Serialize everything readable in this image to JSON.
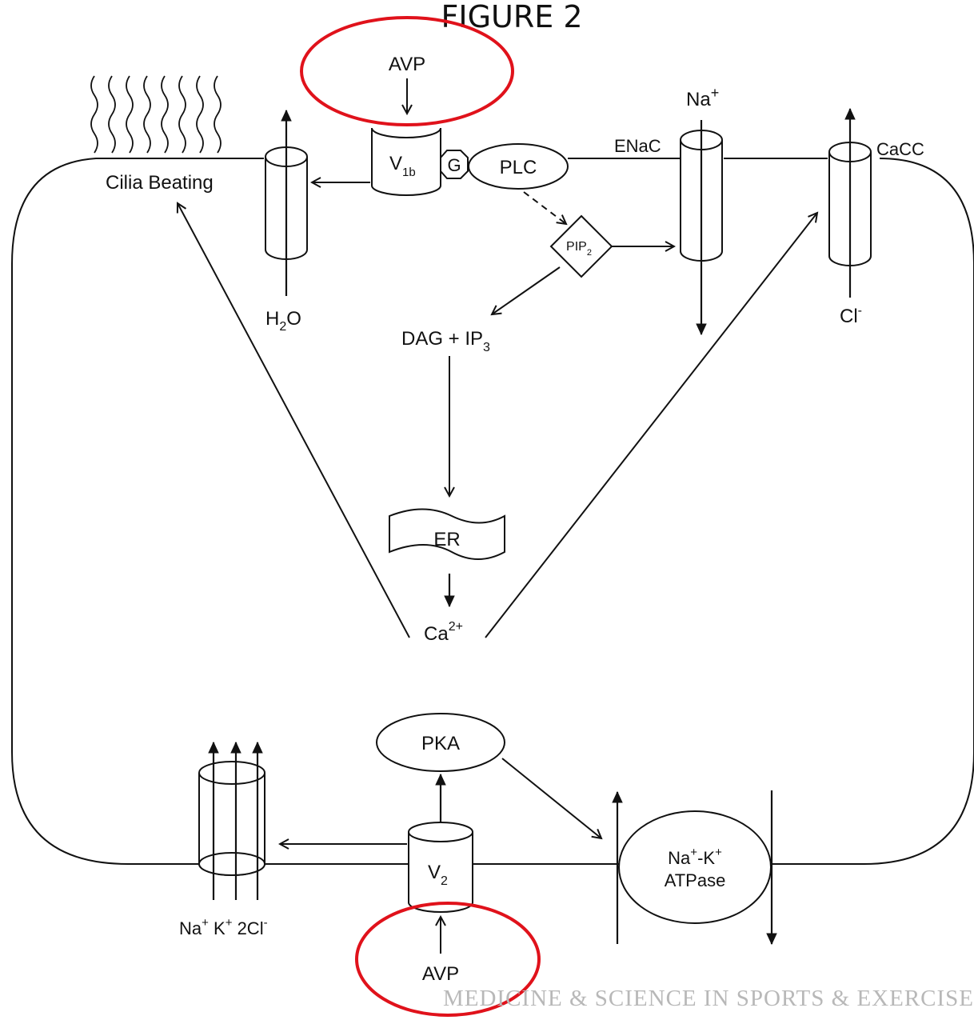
{
  "title": "FIGURE 2",
  "watermark": "MEDICINE & SCIENCE IN SPORTS & EXERCISE",
  "colors": {
    "line": "#111111",
    "highlight": "#e0121b",
    "watermark": "#b8b8b8"
  },
  "labels": {
    "avp_top": "AVP",
    "avp_bottom": "AVP",
    "v1b_main": "V",
    "v1b_sub": "1b",
    "g_protein": "G",
    "plc": "PLC",
    "pip2_main": "PIP",
    "pip2_sub": "2",
    "cilia": "Cilia Beating",
    "h2o_h": "H",
    "h2o_sub": "2",
    "h2o_o": "O",
    "na_top": "Na",
    "na_top_sup": "+",
    "enac": "ENaC",
    "cacc": "CaCC",
    "cl": "Cl",
    "cl_sup": "-",
    "dag": "DAG + IP",
    "dag_sub": "3",
    "er": "ER",
    "ca": "Ca",
    "ca_sup": "2+",
    "pka": "PKA",
    "v2_main": "V",
    "v2_sub": "2",
    "nak1": "Na",
    "nak1_sup": "+",
    "nak2": "-K",
    "nak2_sup": "+",
    "atpase": "ATPase",
    "nkcc_na": "Na",
    "nkcc_na_sup": "+",
    "nkcc_k": " K",
    "nkcc_k_sup": "+",
    "nkcc_cl": " 2Cl",
    "nkcc_cl_sup": "-"
  }
}
